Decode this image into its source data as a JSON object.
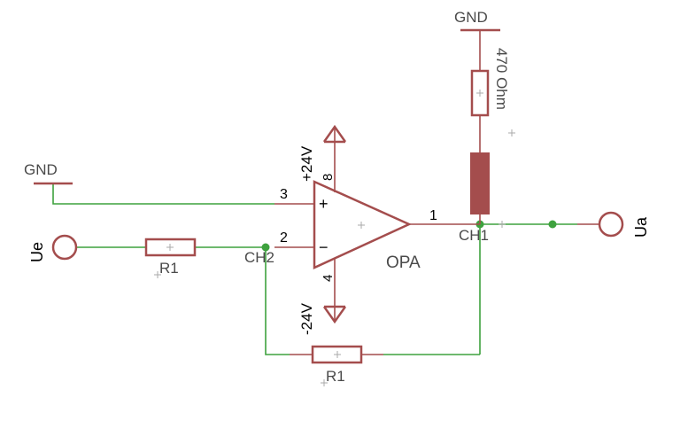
{
  "labels": {
    "gnd_top": "GND",
    "gnd_left": "GND",
    "resistor_470_value": "470 Ohm",
    "supply_pos": "+24V",
    "supply_neg": "-24V",
    "pin_3": "3",
    "pin_2": "2",
    "pin_8": "8",
    "pin_4": "4",
    "pin_1": "1",
    "opamp_name": "OPA",
    "junction_ch1": "CH1",
    "junction_ch2": "CH2",
    "input_port": "Ue",
    "output_port": "Ua",
    "resistor_input": "R1",
    "resistor_feedback": "R1",
    "plus_sign": "+",
    "minus_sign": "−"
  },
  "colors": {
    "component": "#a44d4d",
    "wire": "#3ea23e",
    "label": "#000000"
  }
}
